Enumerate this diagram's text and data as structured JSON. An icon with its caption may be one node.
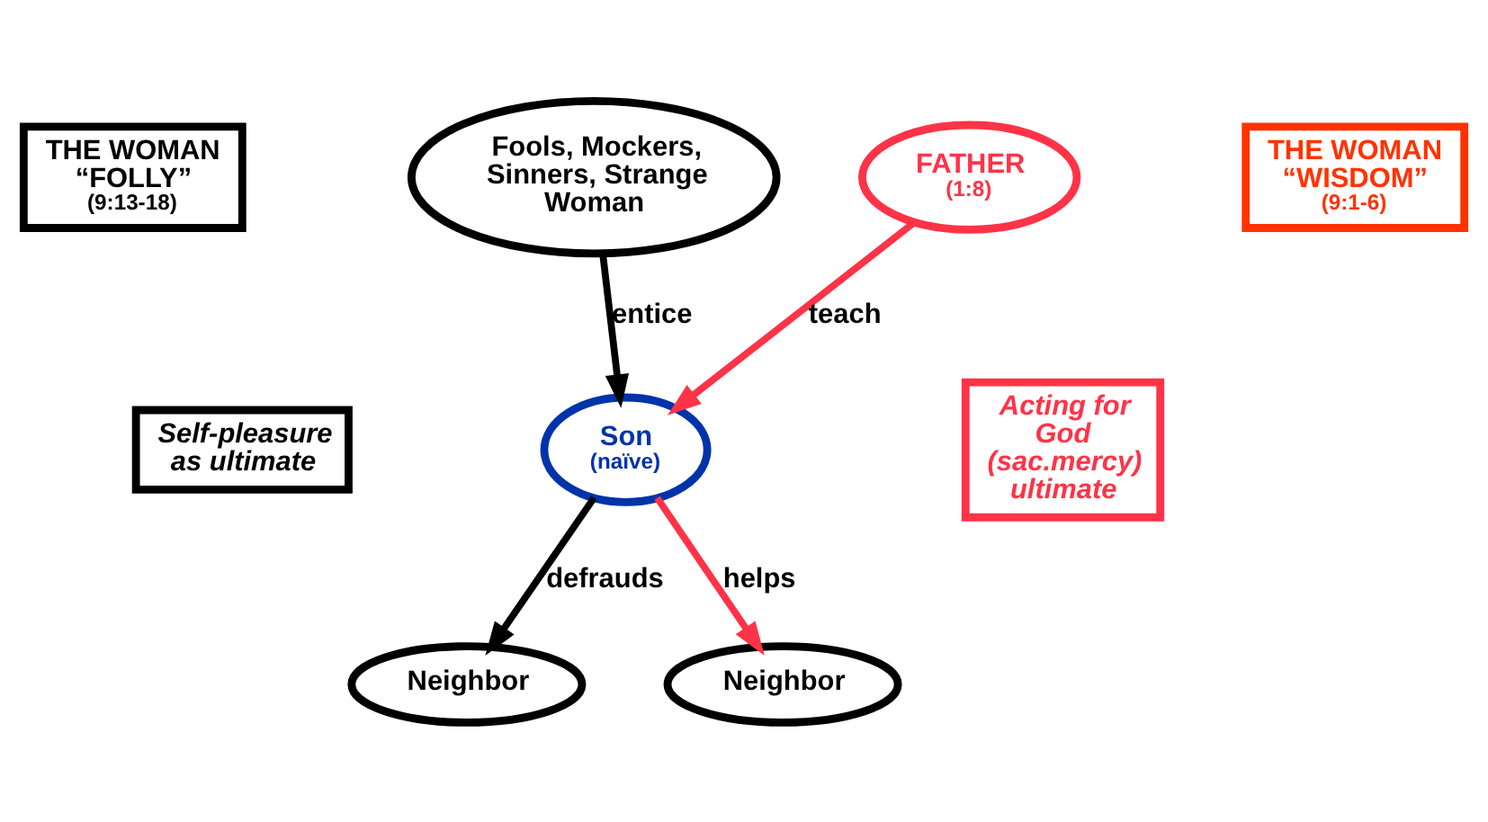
{
  "diagram": {
    "nodes": [
      {
        "text": [
          "THE WOMAN “FOLLY”",
          "(9:13-18)"
        ]
      },
      {
        "text": [
          "Fools, Mockers, Sinners, Strange Woman"
        ]
      },
      {
        "text": [
          "FATHER",
          "(1:8)"
        ]
      },
      {
        "text": [
          "THE WOMAN “WISDOM”",
          "(9:1-6)"
        ]
      },
      {
        "text": [
          "Self-pleasure as ultimate"
        ]
      },
      {
        "text": [
          "Son",
          "(naïve)"
        ]
      },
      {
        "text": [
          "Acting for God (sac.mercy) ultimate"
        ]
      },
      {
        "text": [
          "Neighbor"
        ]
      },
      {
        "text": [
          "Neighbor"
        ]
      }
    ],
    "edges": [
      {
        "from": 1,
        "to": 5,
        "arrow": "to",
        "label": "entice"
      },
      {
        "from": 2,
        "to": 5,
        "arrow": "to",
        "label": "teach",
        "color": "#ff3347"
      },
      {
        "from": 5,
        "to": 7,
        "arrow": "to",
        "label": "defrauds"
      },
      {
        "from": 5,
        "to": 8,
        "arrow": "to",
        "label": "helps",
        "color": "#ff3347"
      }
    ]
  }
}
